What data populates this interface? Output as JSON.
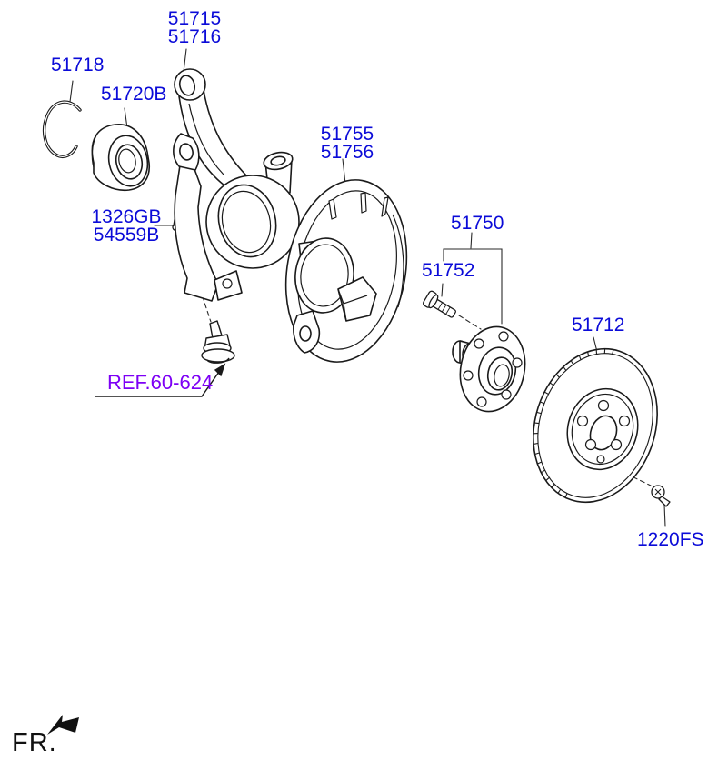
{
  "diagram": {
    "type": "exploded-parts-diagram",
    "subject": "front axle / wheel hub assembly",
    "background": "#ffffff"
  },
  "colors": {
    "part_label_blue": "#0b0bd8",
    "reference_purple": "#7d00f5",
    "line_art_black": "#1a1a1a"
  },
  "parts": {
    "knuckle": {
      "line1": "51715",
      "line2": "51716"
    },
    "snap_ring": {
      "line1": "51718"
    },
    "wheel_bearing": {
      "line1": "51720B"
    },
    "knuckle_nut": {
      "line1": "1326GB",
      "line2": "54559B"
    },
    "dust_cover": {
      "line1": "51755",
      "line2": "51756"
    },
    "hub_assembly": {
      "line1": "51750"
    },
    "hub_bolt": {
      "line1": "51752"
    },
    "brake_disc": {
      "line1": "51712"
    },
    "disc_screw": {
      "line1": "1220FS"
    }
  },
  "reference": {
    "label": "REF.60-624"
  },
  "orientation": {
    "label": "FR."
  }
}
